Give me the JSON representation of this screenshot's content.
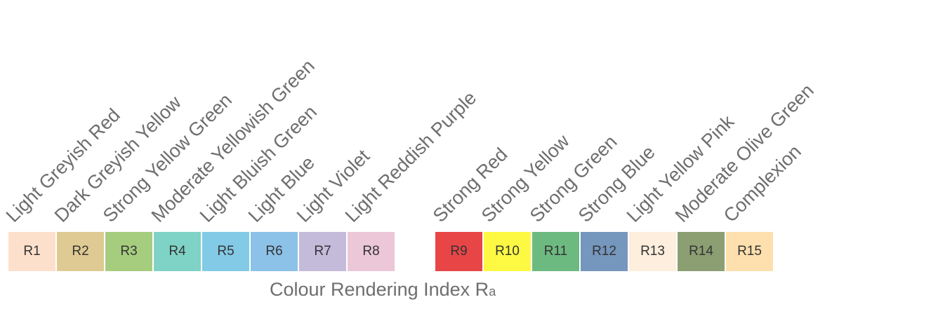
{
  "swatches_group_1": [
    {
      "code": "R1",
      "name": "Light Greyish Red",
      "color": "#fde0cc"
    },
    {
      "code": "R2",
      "name": "Dark Greyish Yellow",
      "color": "#dfca93"
    },
    {
      "code": "R3",
      "name": "Strong Yellow Green",
      "color": "#a6cd7e"
    },
    {
      "code": "R4",
      "name": "Moderate Yellowish Green",
      "color": "#7fd3c6"
    },
    {
      "code": "R5",
      "name": "Light Bluish Green",
      "color": "#83cae6"
    },
    {
      "code": "R6",
      "name": "Light Blue",
      "color": "#8cc1e8"
    },
    {
      "code": "R7",
      "name": "Light Violet",
      "color": "#c4bbdb"
    },
    {
      "code": "R8",
      "name": "Light Reddish Purple",
      "color": "#ebc7d8"
    }
  ],
  "swatches_group_2": [
    {
      "code": "R9",
      "name": "Strong Red",
      "color": "#e84547"
    },
    {
      "code": "R10",
      "name": "Strong Yellow",
      "color": "#fdf943"
    },
    {
      "code": "R11",
      "name": "Strong Green",
      "color": "#6dba80"
    },
    {
      "code": "R12",
      "name": "Strong Blue",
      "color": "#7596bd"
    },
    {
      "code": "R13",
      "name": "Light Yellow Pink",
      "color": "#fdeedd"
    },
    {
      "code": "R14",
      "name": "Moderate Olive Green",
      "color": "#8c9f73"
    },
    {
      "code": "R15",
      "name": "Complexion",
      "color": "#fde0ad"
    }
  ],
  "caption": {
    "main": "Colour Rendering Index R",
    "subscript": "a"
  }
}
